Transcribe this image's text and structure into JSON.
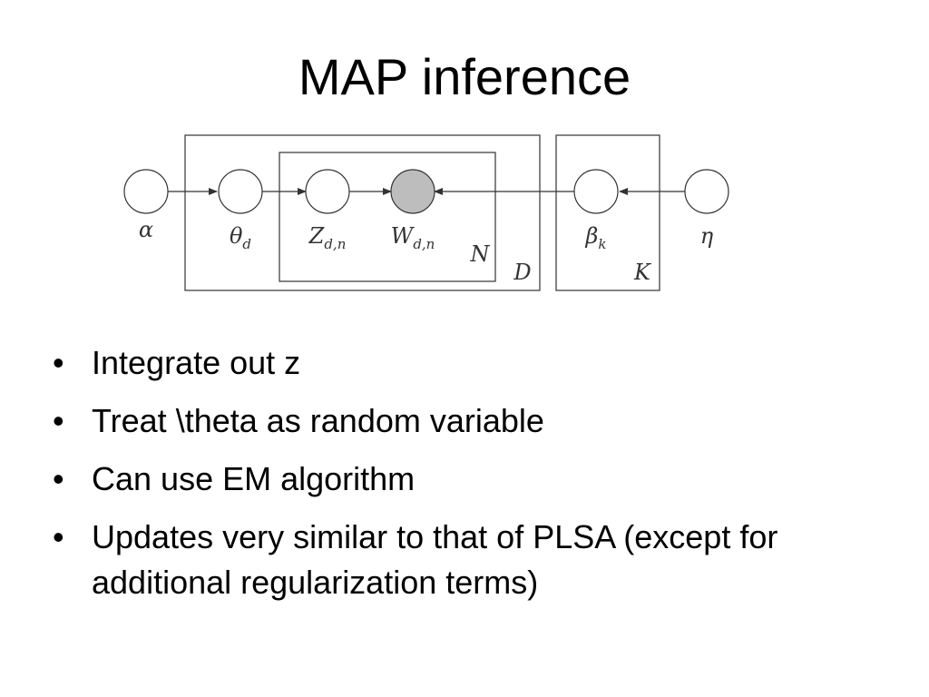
{
  "slide": {
    "title": "MAP inference"
  },
  "diagram": {
    "nodes": [
      {
        "id": "alpha",
        "label": "α",
        "observed": false
      },
      {
        "id": "theta",
        "label": "θ",
        "sub": "d",
        "observed": false
      },
      {
        "id": "z",
        "label": "Z",
        "sub": "d,n",
        "observed": false
      },
      {
        "id": "w",
        "label": "W",
        "sub": "d,n",
        "observed": true
      },
      {
        "id": "beta",
        "label": "β",
        "sub": "k",
        "observed": false
      },
      {
        "id": "eta",
        "label": "η",
        "observed": false
      }
    ],
    "plates": [
      {
        "id": "N",
        "label": "N"
      },
      {
        "id": "D",
        "label": "D"
      },
      {
        "id": "K",
        "label": "K"
      }
    ],
    "colors": {
      "observed_fill": "#bdbdbd",
      "latent_fill": "#ffffff",
      "stroke": "#333333"
    }
  },
  "bullets": [
    "Integrate out z",
    "Treat \\theta as random variable",
    "Can use EM algorithm",
    "Updates very similar to that of PLSA (except for additional regularization terms)"
  ]
}
